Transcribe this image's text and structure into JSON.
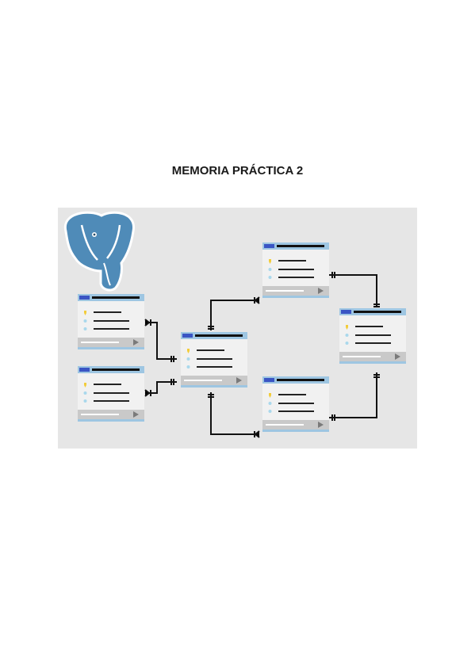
{
  "document": {
    "title": "MEMORIA PRÁCTICA 2"
  },
  "figure": {
    "description_icon": "er-diagram-illustration",
    "logo_icon": "postgresql-elephant-logo",
    "colors": {
      "background": "#e6e6e6",
      "table_header": "#9ec6e2",
      "table_accent": "#3a55c4",
      "table_footer": "#c9c9c9",
      "key_icon": "#f2cc3a",
      "field_dot": "#a9d8ec",
      "logo_blue": "#4f8bb8",
      "connector": "#111111"
    }
  }
}
